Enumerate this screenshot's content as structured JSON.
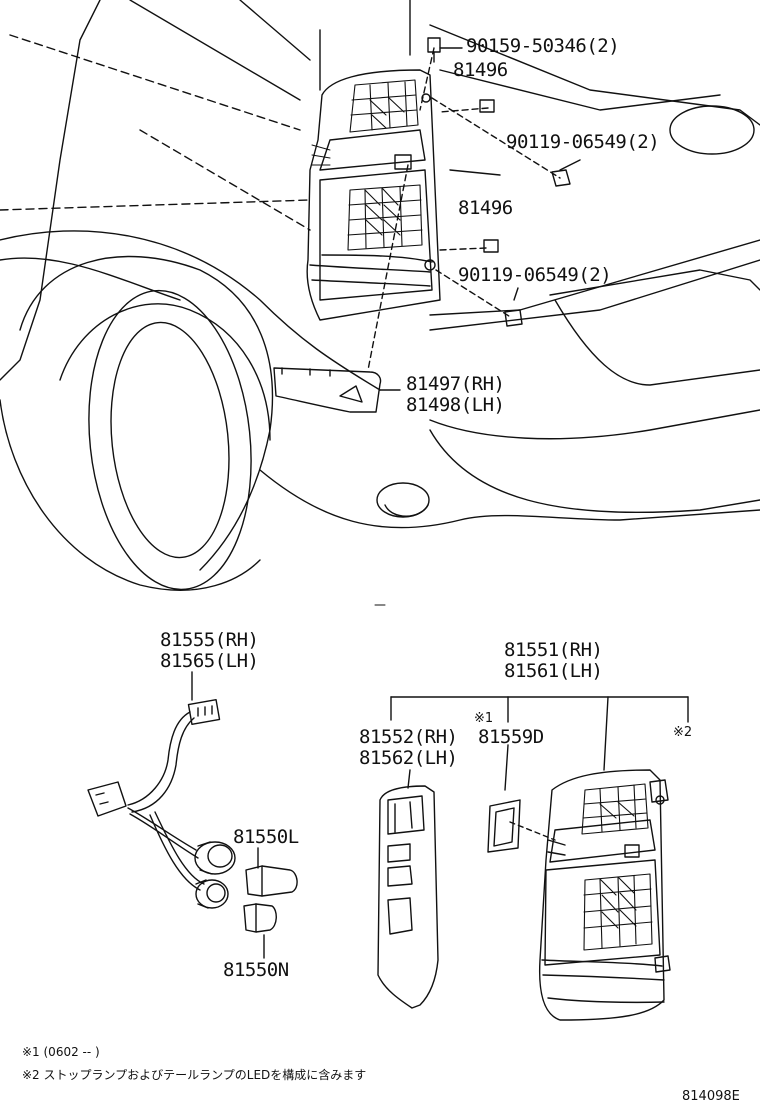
{
  "labels": {
    "p_90159": "90159-50346(2)",
    "p_81496_a": "81496",
    "p_90119_a": "90119-06549(2)",
    "p_81496_b": "81496",
    "p_90119_b": "90119-06549(2)",
    "p_81497": "81497(RH)",
    "p_81498": "81498(LH)",
    "p_81555": "81555(RH)",
    "p_81565": "81565(LH)",
    "p_81551": "81551(RH)",
    "p_81561": "81561(LH)",
    "p_81552": "81552(RH)",
    "p_81562": "81562(LH)",
    "p_81559d": "81559D",
    "p_81550l": "81550L",
    "p_81550n": "81550N"
  },
  "marks": {
    "note1_mark": "※1",
    "note2_mark": "※2"
  },
  "notes": {
    "note1": "※1 (0602 --          )",
    "note2": "※2 ストップランプおよびテールランプのLEDを構成に含みます"
  },
  "diagram_code": "814098E"
}
